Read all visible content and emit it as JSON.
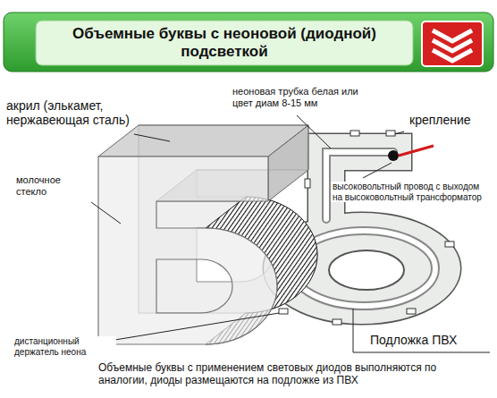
{
  "diagram": {
    "title": "Объемные буквы с неоновой (диодной) подсветкой",
    "caption": "Объемные буквы с применением световых диодов выполняются по аналогии, диоды размещаются на подложке из ПВХ",
    "labels": [
      "неоновая трубка белая или цвет диам 8-15 мм",
      "крепление",
      "акрил (элькамет, нержавеющая сталь)",
      "молочное стекло",
      "высоковольтный провод с выходом на высоковольтный трансформатор",
      "дистанционный держатель неона",
      "Подложка ПВХ"
    ]
  }
}
